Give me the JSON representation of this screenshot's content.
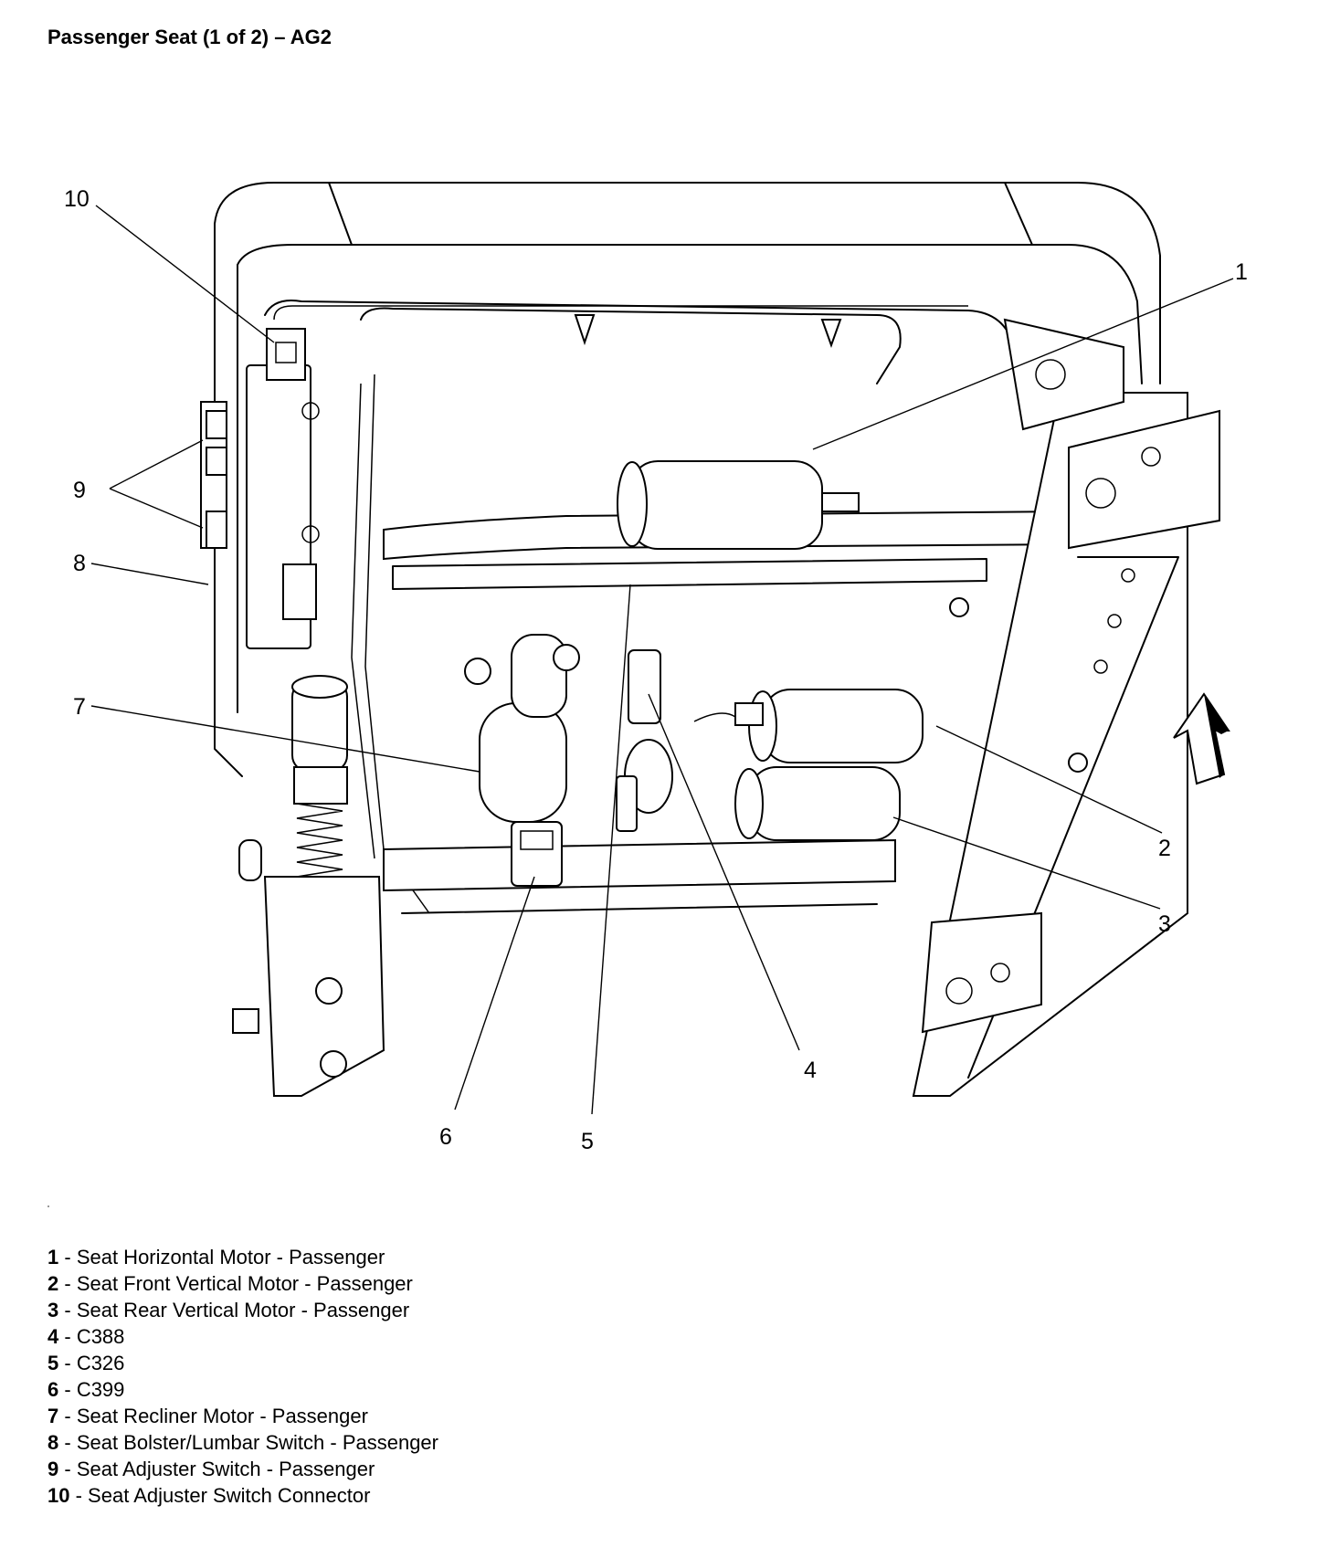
{
  "title": "Passenger Seat (1 of 2) – AG2",
  "callouts": [
    {
      "num": "1",
      "label": "Seat Horizontal Motor - Passenger"
    },
    {
      "num": "2",
      "label": "Seat Front Vertical Motor - Passenger"
    },
    {
      "num": "3",
      "label": "Seat Rear Vertical Motor - Passenger"
    },
    {
      "num": "4",
      "label": "C388"
    },
    {
      "num": "5",
      "label": "C326"
    },
    {
      "num": "6",
      "label": "C399"
    },
    {
      "num": "7",
      "label": "Seat Recliner Motor - Passenger"
    },
    {
      "num": "8",
      "label": "Seat Bolster/Lumbar Switch - Passenger"
    },
    {
      "num": "9",
      "label": "Seat Adjuster Switch - Passenger"
    },
    {
      "num": "10",
      "label": "Seat Adjuster Switch Connector"
    }
  ],
  "legend_separator": " - ",
  "icons": {
    "direction": "arrow-icon"
  }
}
